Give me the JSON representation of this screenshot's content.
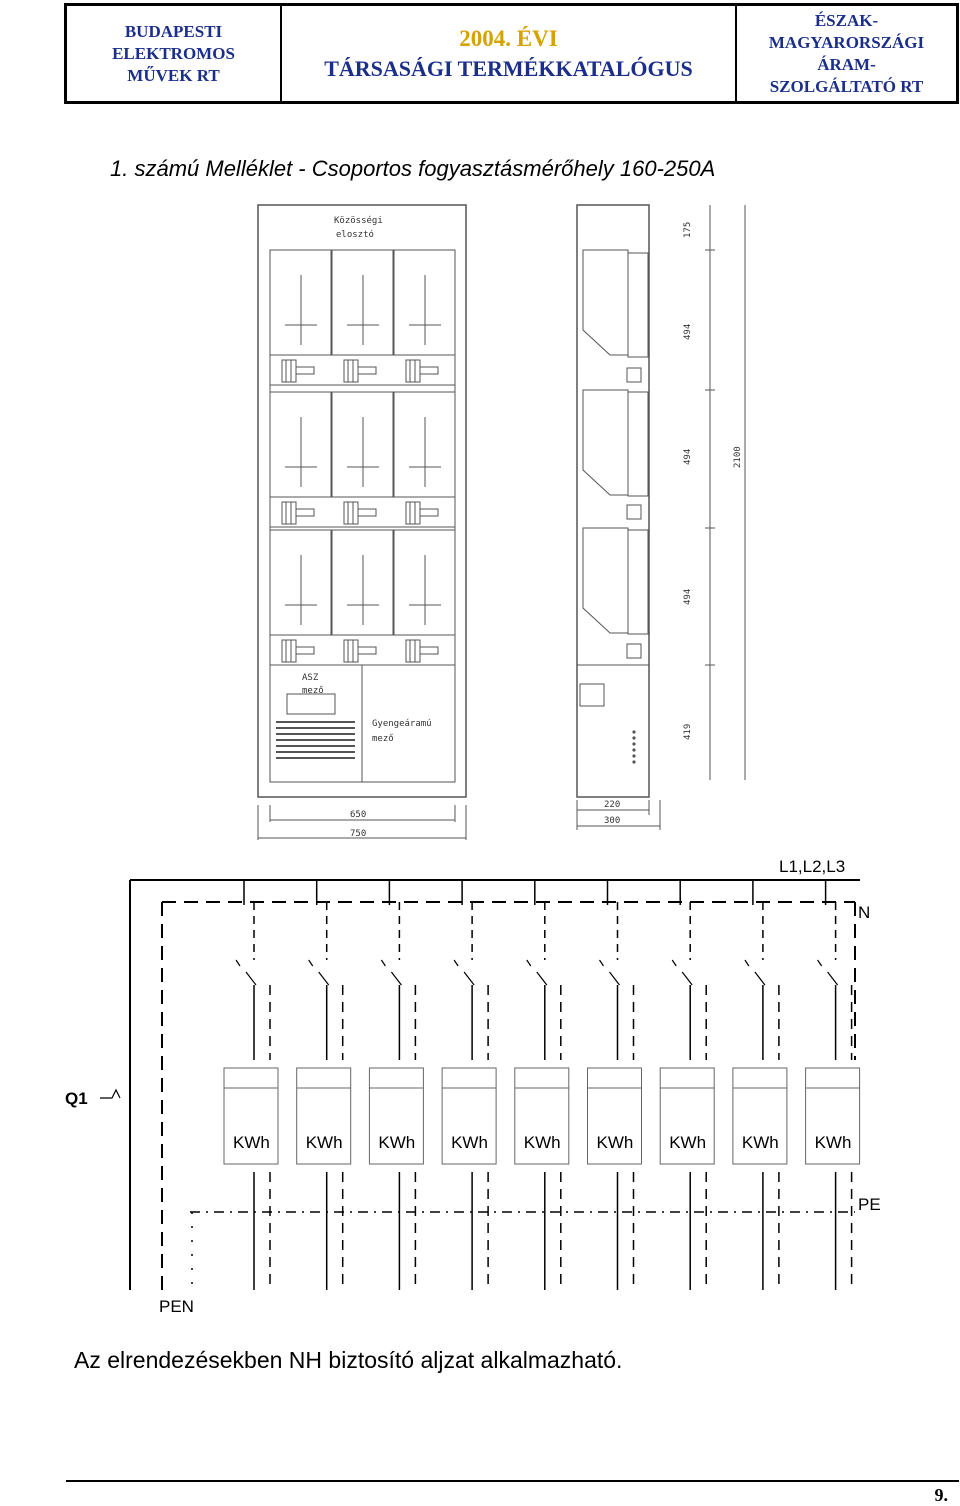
{
  "header": {
    "left_lines": [
      "BUDAPESTI",
      "ELEKTROMOS",
      "MŰVEK RT"
    ],
    "center_year": "2004. ÉVI",
    "center_title": "TÁRSASÁGI TERMÉKKATALÓGUS",
    "right_lines": [
      "ÉSZAK-",
      "MAGYARORSZÁGI",
      "ÁRAM-",
      "SZOLGÁLTATÓ RT"
    ]
  },
  "title": "1.  számú Melléklet -  Csoportos fogyasztásmérőhely 160-250A",
  "cabinet_front": {
    "top_label_1": "Közösségi",
    "top_label_2": "elosztó",
    "asz_label_1": "ASZ",
    "asz_label_2": "mező",
    "weak_label_1": "Gyengeáramú",
    "weak_label_2": "mező",
    "width_inner": "650",
    "width_outer": "750"
  },
  "cabinet_side": {
    "dim_top": "175",
    "dim_1": "494",
    "dim_2": "494",
    "dim_3": "494",
    "dim_bottom": "419",
    "dim_total": "2100",
    "depth_inner": "220",
    "depth_outer": "300"
  },
  "schematic": {
    "bus_label": "L1,L2,L3",
    "neutral_label": "N",
    "breaker_label": "Q1",
    "meter_unit": "KWh",
    "meter_count": 9,
    "pe_label": "PE",
    "pen_label": "PEN"
  },
  "caption": "Az elrendezésekben NH biztosító aljzat alkalmazható.",
  "page_number": "9."
}
